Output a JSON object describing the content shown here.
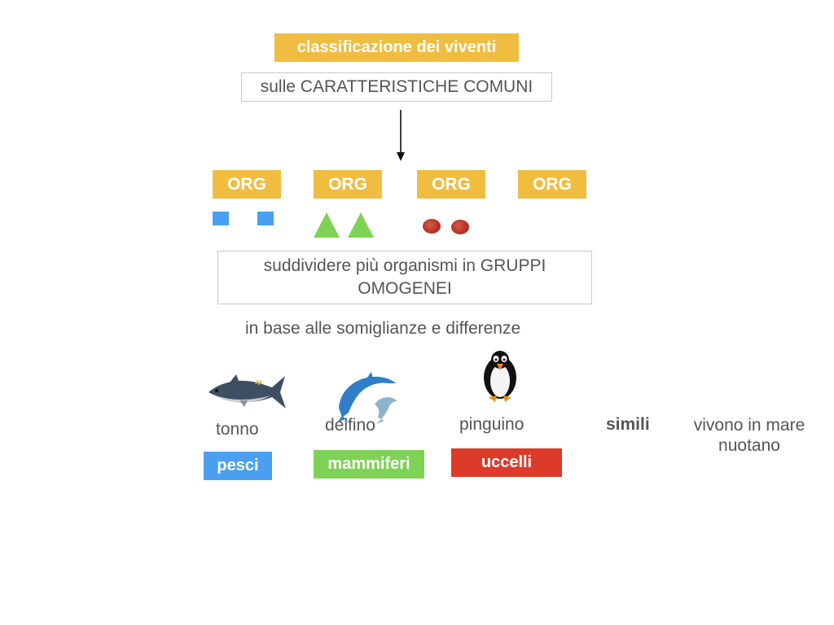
{
  "slide": {
    "title": "classificazione dei viventi",
    "subtitle": "sulle CARATTERISTICHE COMUNI",
    "org_labels": [
      "ORG",
      "ORG",
      "ORG",
      "ORG"
    ],
    "group_box": "suddividere più organismi in GRUPPI OMOGENEI",
    "basis_text": "in base alle somiglianze e differenze",
    "animals": [
      {
        "name": "tonno",
        "category": "pesci",
        "icon": "tuna-icon",
        "color": "#4a9ff0"
      },
      {
        "name": "delfino",
        "category": "mammiferi",
        "icon": "dolphin-icon",
        "color": "#7ed255"
      },
      {
        "name": "pinguino",
        "category": "uccelli",
        "icon": "penguin-icon",
        "color": "#dc3b2a"
      }
    ],
    "similar_label": "simili",
    "traits": [
      "vivono in mare",
      "nuotano"
    ]
  },
  "colors": {
    "accent_yellow": "#f0bd41",
    "blue": "#4a9ff0",
    "green": "#7ed255",
    "red": "#dc3b2a"
  }
}
